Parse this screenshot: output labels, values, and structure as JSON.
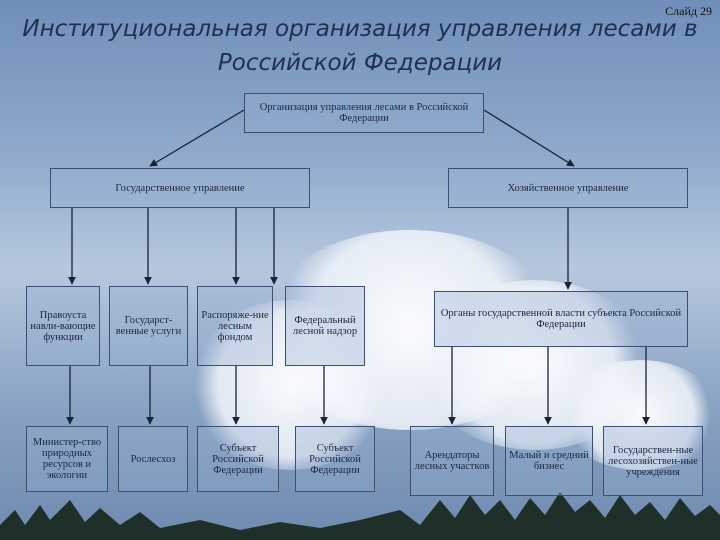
{
  "slide": {
    "number_label": "Слайд 29",
    "title": "Институциональная организация управления лесами в Российской Федерации"
  },
  "diagram": {
    "root": "Организация управления лесами в Российской Федерации",
    "state_management": "Государственное управление",
    "economic_management": "Хозяйственное управление",
    "level2": {
      "rights": "Правоуста навли-вающие функции",
      "services": "Государст-венные услуги",
      "disposal": "Распоряже-ние лесным фондом",
      "supervision": "Федеральный лесной надзор",
      "regional_authorities": "Органы государственной власти субъекта Российской Федерации"
    },
    "level3": {
      "ministry": "Министер-ство природных ресурсов и экологии",
      "rosleskhoz": "Рослесхоз",
      "subject1": "Субъект Российской Федерации",
      "subject2": "Субъект Российской Федерации",
      "tenants": "Арендаторы лесных участков",
      "small_business": "Малый и средний бизнес",
      "state_forest": "Государствен-ные лесохозяйствен-ные учреждения"
    }
  }
}
